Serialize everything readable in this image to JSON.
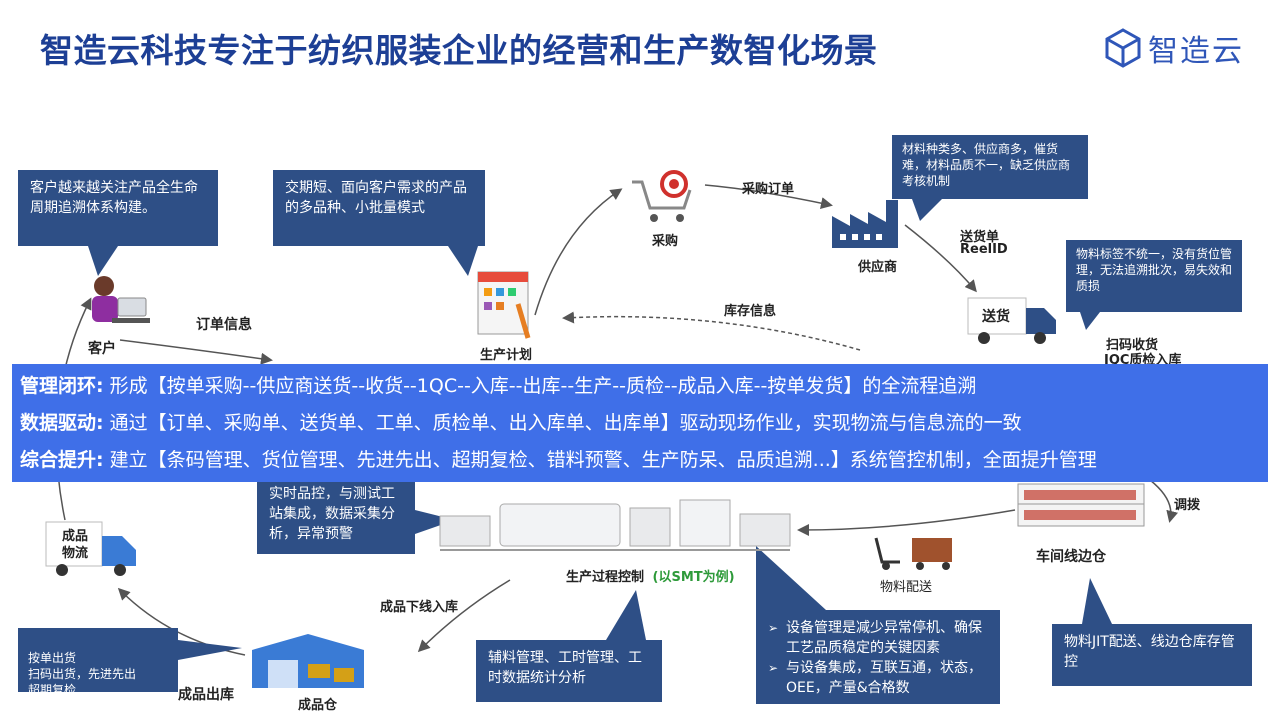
{
  "header": {
    "title": "智造云科技专注于纺织服装企业的经营和生产数智化场景",
    "logo_text": "智造云",
    "brand_color": "#1d3f95"
  },
  "callouts": {
    "customer": "客户越来越关注产品全生命周期追溯体系构建。",
    "planning": "交期短、面向客户需求的产品的多品种、小批量模式",
    "supplier": "材料种类多、供应商多，催货难，材料品质不一，缺乏供应商考核机制",
    "receiving": "物料标签不统一，没有货位管理，无法追溯批次，易失效和质损",
    "quality": "实时品控，与测试工站集成，数据采集分析，异常预警",
    "equipment": [
      "设备管理是减少异常停机、确保工艺品质稳定的关键因素",
      "与设备集成，互联互通，状态，OEE，产量&合格数"
    ],
    "auxiliary": "辅料管理、工时管理、工时数据统计分析",
    "shipping": "按单出货\n扫码出货，先进先出\n超期复检",
    "jit": "物料JIT配送、线边仓库存管控"
  },
  "labels": {
    "customer": "客户",
    "order_info": "订单信息",
    "planning": "生产计划",
    "purchase": "采购",
    "purchase_order": "采购订单",
    "supplier": "供应商",
    "delivery_note": "送货单",
    "reel_id": "ReelID",
    "delivery_truck": "送货",
    "inventory_info": "库存信息",
    "scan_receive": "扫码收货",
    "iqc": "IQC质检入库",
    "transfer": "调拨",
    "line_warehouse": "车间线边仓",
    "material_delivery": "物料配送",
    "smt_control": "生产过程控制",
    "smt_note": "(以SMT为例)",
    "product_in": "成品下线入库",
    "product_warehouse": "成品仓",
    "product_out": "成品出库",
    "logistics": "成品\n物流"
  },
  "banner": {
    "row1_head": "管理闭环:",
    "row1_text": " 形成【按单采购--供应商送货--收货--1QC--入库--出库--生产--质检--成品入库--按单发货】的全流程追溯",
    "row2_head": "数据驱动:",
    "row2_text": " 通过【订单、采购单、送货单、工单、质检单、出入库单、出库单】驱动现场作业，实现物流与信息流的一致",
    "row3_head": "综合提升:",
    "row3_text": " 建立【条码管理、货位管理、先进先出、超期复检、错料预警、生产防呆、品质追溯...】系统管控机制，全面提升管理",
    "color": "#3f6fe8"
  }
}
